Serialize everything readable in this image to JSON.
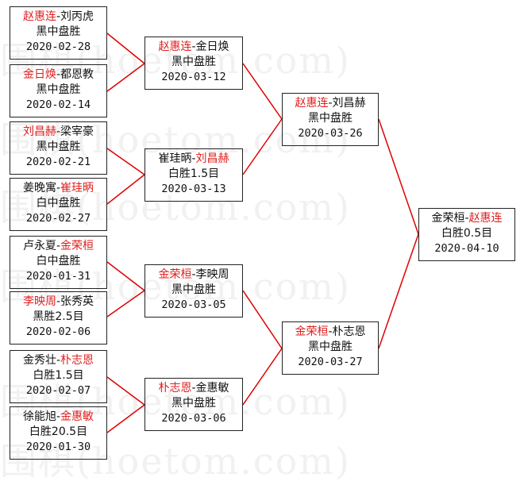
{
  "watermark": "围棋(hoetom.com)",
  "colors": {
    "winner": "#e02020",
    "connector": "#e00000",
    "border": "#222222"
  },
  "matches": {
    "r1_1": {
      "p1": "赵惠连",
      "sep": "-",
      "p2": "刘丙虎",
      "winner": "p1",
      "result": "黑中盘胜",
      "date": "2020-02-28"
    },
    "r1_2": {
      "p1": "金日焕",
      "sep": "-",
      "p2": "都恩教",
      "winner": "p1",
      "result": "黑中盘胜",
      "date": "2020-02-14"
    },
    "r1_3": {
      "p1": "刘昌赫",
      "sep": "-",
      "p2": "梁宰豪",
      "winner": "p1",
      "result": "黑中盘胜",
      "date": "2020-02-21"
    },
    "r1_4": {
      "p1": "姜晚寓",
      "sep": "-",
      "p2": "崔珪昞",
      "winner": "p2",
      "result": "白中盘胜",
      "date": "2020-02-27"
    },
    "r1_5": {
      "p1": "卢永夏",
      "sep": "-",
      "p2": "金荣桓",
      "winner": "p2",
      "result": "白中盘胜",
      "date": "2020-01-31"
    },
    "r1_6": {
      "p1": "李映周",
      "sep": "-",
      "p2": "张秀英",
      "winner": "p1",
      "result": "黑胜2.5目",
      "date": "2020-02-06"
    },
    "r1_7": {
      "p1": "金秀壮",
      "sep": "-",
      "p2": "朴志恩",
      "winner": "p2",
      "result": "白胜1.5目",
      "date": "2020-02-07"
    },
    "r1_8": {
      "p1": "徐能旭",
      "sep": "-",
      "p2": "金惠敏",
      "winner": "p2",
      "result": "白胜20.5目",
      "date": "2020-01-30"
    },
    "r2_1": {
      "p1": "赵惠连",
      "sep": "-",
      "p2": "金日焕",
      "winner": "p1",
      "result": "黑中盘胜",
      "date": "2020-03-12"
    },
    "r2_2": {
      "p1": "崔珪昞",
      "sep": "-",
      "p2": "刘昌赫",
      "winner": "p2",
      "result": "白胜1.5目",
      "date": "2020-03-13"
    },
    "r2_3": {
      "p1": "金荣桓",
      "sep": "-",
      "p2": "李映周",
      "winner": "p1",
      "result": "黑中盘胜",
      "date": "2020-03-05"
    },
    "r2_4": {
      "p1": "朴志恩",
      "sep": "-",
      "p2": "金惠敏",
      "winner": "p1",
      "result": "黑中盘胜",
      "date": "2020-03-06"
    },
    "r3_1": {
      "p1": "赵惠连",
      "sep": "-",
      "p2": "刘昌赫",
      "winner": "p1",
      "result": "黑中盘胜",
      "date": "2020-03-26"
    },
    "r3_2": {
      "p1": "金荣桓",
      "sep": "-",
      "p2": "朴志恩",
      "winner": "p1",
      "result": "黑中盘胜",
      "date": "2020-03-27"
    },
    "final": {
      "p1": "金荣桓",
      "sep": "-",
      "p2": "赵惠连",
      "winner": "p2",
      "result": "白胜0.5目",
      "date": "2020-04-10"
    }
  }
}
